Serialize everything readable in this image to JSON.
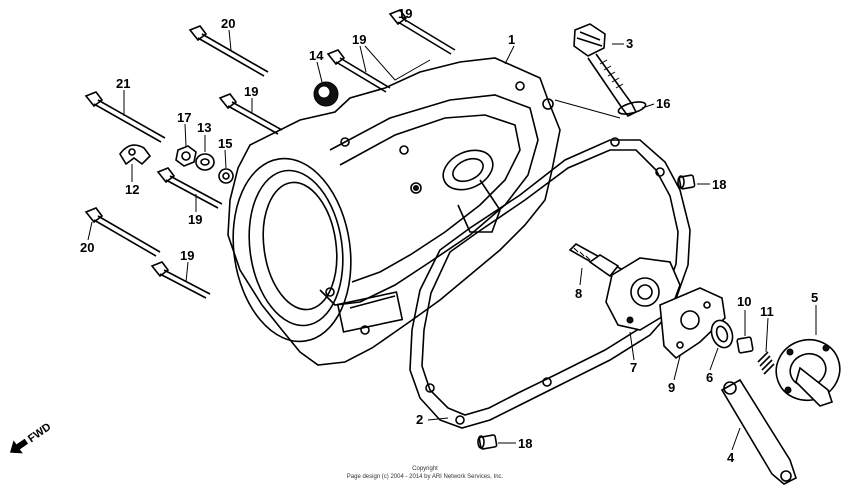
{
  "parts": [
    {
      "id": "p1",
      "label": "1"
    },
    {
      "id": "p2",
      "label": "2"
    },
    {
      "id": "p3",
      "label": "3"
    },
    {
      "id": "p4",
      "label": "4"
    },
    {
      "id": "p5",
      "label": "5"
    },
    {
      "id": "p6",
      "label": "6"
    },
    {
      "id": "p7",
      "label": "7"
    },
    {
      "id": "p8",
      "label": "8"
    },
    {
      "id": "p9",
      "label": "9"
    },
    {
      "id": "p10",
      "label": "10"
    },
    {
      "id": "p11",
      "label": "11"
    },
    {
      "id": "p12",
      "label": "12"
    },
    {
      "id": "p13",
      "label": "13"
    },
    {
      "id": "p14",
      "label": "14"
    },
    {
      "id": "p15",
      "label": "15"
    },
    {
      "id": "p16",
      "label": "16"
    },
    {
      "id": "p17",
      "label": "17"
    },
    {
      "id": "p18a",
      "label": "18"
    },
    {
      "id": "p18b",
      "label": "18"
    },
    {
      "id": "p19a",
      "label": "19"
    },
    {
      "id": "p19b",
      "label": "19"
    },
    {
      "id": "p19c",
      "label": "19"
    },
    {
      "id": "p19d",
      "label": "19"
    },
    {
      "id": "p19e",
      "label": "19"
    },
    {
      "id": "p20a",
      "label": "20"
    },
    {
      "id": "p20b",
      "label": "20"
    },
    {
      "id": "p21",
      "label": "21"
    }
  ],
  "direction_label": "FWD",
  "footer": {
    "line1": "Copyright",
    "line2": "Page design (c) 2004 - 2014 by ARI Network Services, Inc."
  }
}
